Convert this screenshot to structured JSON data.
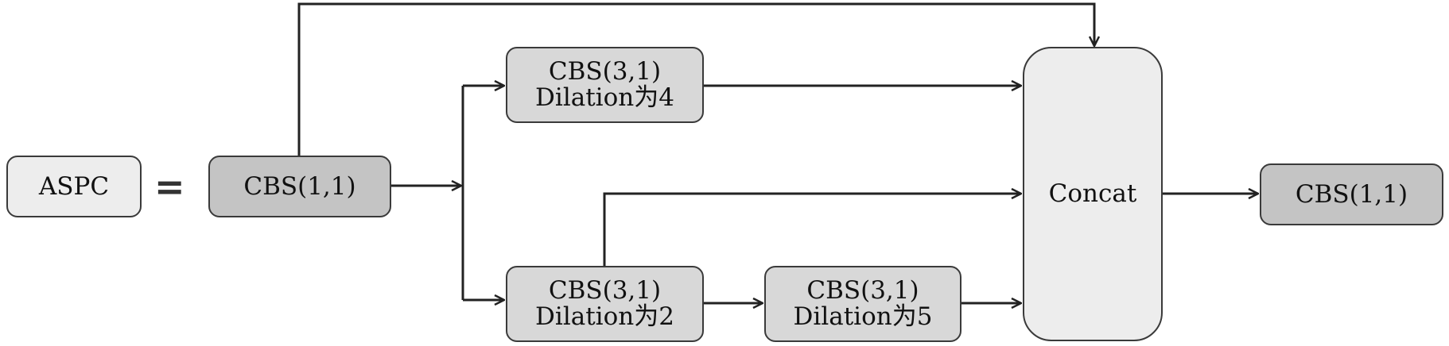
{
  "diagram": {
    "lhs": "ASPC",
    "equals": "=",
    "input_block": "CBS(1,1)",
    "branch_top": {
      "line1": "CBS(3,1)",
      "line2": "Dilation为4"
    },
    "branch_bottom_a": {
      "line1": "CBS(3,1)",
      "line2": "Dilation为2"
    },
    "branch_bottom_b": {
      "line1": "CBS(3,1)",
      "line2": "Dilation为5"
    },
    "concat": "Concat",
    "output_block": "CBS(1,1)"
  }
}
